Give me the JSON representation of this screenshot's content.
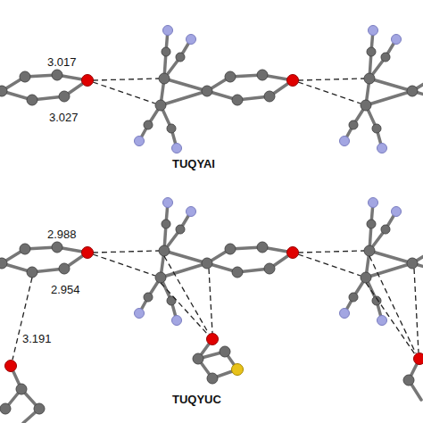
{
  "diagram": {
    "labels": [
      "3.017",
      "3.027",
      "TUQYAI",
      "2.988",
      "2.954",
      "3.191",
      "TUQYUC"
    ]
  }
}
